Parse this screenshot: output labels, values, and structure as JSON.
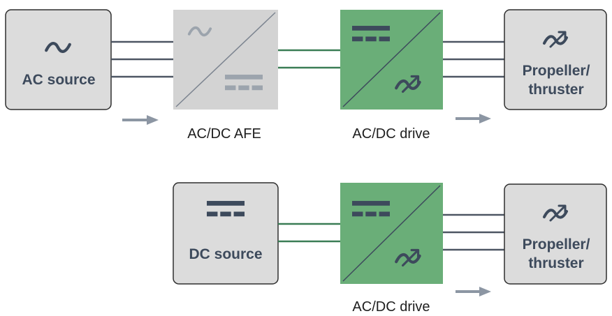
{
  "colors": {
    "source_fill": "#dcdcdc",
    "source_stroke": "#2e2e2e",
    "afe_fill": "#d3d3d3",
    "afe_symbol": "#9ca4ad",
    "drive_fill": "#6aae78",
    "drive_symbol": "#3d4a5c",
    "ac_wire": "#4d5663",
    "dc_wire": "#3a7d55",
    "arrow": "#8c96a3",
    "text_dark": "#3d4a5c"
  },
  "row1": {
    "ac_source": {
      "label": "AC source",
      "icon": "ac-sine-icon"
    },
    "afe": {
      "caption": "AC/DC AFE",
      "input_icon": "ac-sine-icon",
      "output_icon": "dc-symbol-icon"
    },
    "drive": {
      "caption": "AC/DC drive",
      "input_icon": "dc-symbol-icon",
      "output_icon": "variable-frequency-icon"
    },
    "load": {
      "label_line1": "Propeller/",
      "label_line2": "thruster",
      "icon": "variable-frequency-icon"
    }
  },
  "row2": {
    "dc_source": {
      "label": "DC source",
      "icon": "dc-symbol-icon"
    },
    "drive": {
      "caption": "AC/DC drive",
      "input_icon": "dc-symbol-icon",
      "output_icon": "variable-frequency-icon"
    },
    "load": {
      "label_line1": "Propeller/",
      "label_line2": "thruster",
      "icon": "variable-frequency-icon"
    }
  }
}
